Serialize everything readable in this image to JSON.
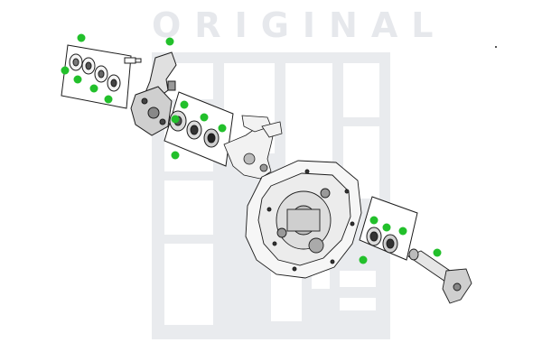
{
  "watermark": {
    "text": "ORIGINAL",
    "color": "#e6e8ec",
    "block_color": "#e9ebee"
  },
  "hotspot_color": "#22c02b",
  "line_color": "#1c1c1c",
  "hotspots": [
    {
      "id": "hotspot-1"
    },
    {
      "id": "hotspot-2"
    },
    {
      "id": "hotspot-3"
    },
    {
      "id": "hotspot-4"
    },
    {
      "id": "hotspot-5"
    },
    {
      "id": "hotspot-6"
    },
    {
      "id": "hotspot-7"
    },
    {
      "id": "hotspot-8"
    },
    {
      "id": "hotspot-9"
    },
    {
      "id": "hotspot-10"
    },
    {
      "id": "hotspot-11"
    },
    {
      "id": "hotspot-12"
    },
    {
      "id": "hotspot-13"
    },
    {
      "id": "hotspot-14"
    },
    {
      "id": "hotspot-15"
    },
    {
      "id": "hotspot-16"
    },
    {
      "id": "hotspot-17"
    }
  ]
}
